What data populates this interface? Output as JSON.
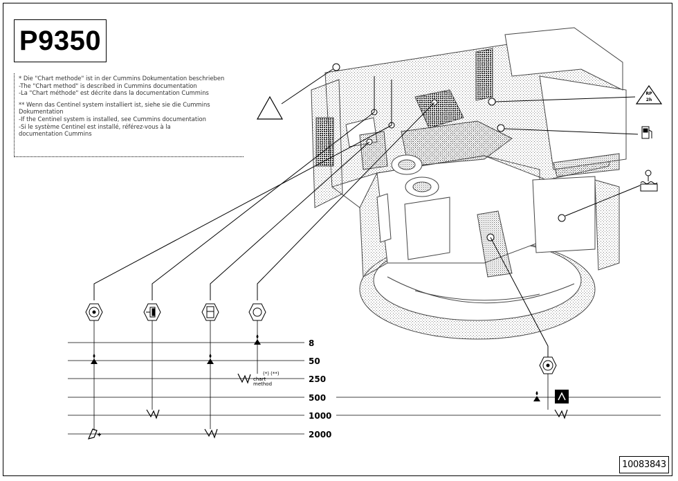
{
  "model_code": "P9350",
  "document_id": "10083843",
  "notes": {
    "block1": [
      "* Die \"Chart methode\" ist in der Cummins Dokumentation beschrieben",
      "-The \"Chart method\" is described in Cummins documentation",
      "-La \"Chart méthode\" est décrite dans la documentation Cummins"
    ],
    "block2": [
      "** Wenn das Centinel system installiert ist, siehe sie die Cummins",
      "Dokumentation",
      "-If the Centinel system is installed, see Cummins documentation",
      "-Si le système Centinel est installé, référez-vous à la",
      "documentation Cummins"
    ]
  },
  "intervals": [
    "8",
    "50",
    "250",
    "500",
    "1000",
    "2000"
  ],
  "chart_method_note": {
    "superscript": "(*)  (**)",
    "line1": "chart",
    "line2": "method"
  },
  "symbols": {
    "warning": "warning-triangle-icon",
    "rp": "rp-2h-icon",
    "fuel": "fuel-pump-icon",
    "coolant": "coolant-temperature-icon",
    "oil_filter": "oil-filter-icon",
    "air_filter": "air-filter-icon",
    "fuel_filter": "fuel-filter-icon",
    "engine_oil": "engine-oil-icon",
    "level_check": "level-check-icon",
    "replace": "replace-icon",
    "clean": "clean-icon"
  }
}
